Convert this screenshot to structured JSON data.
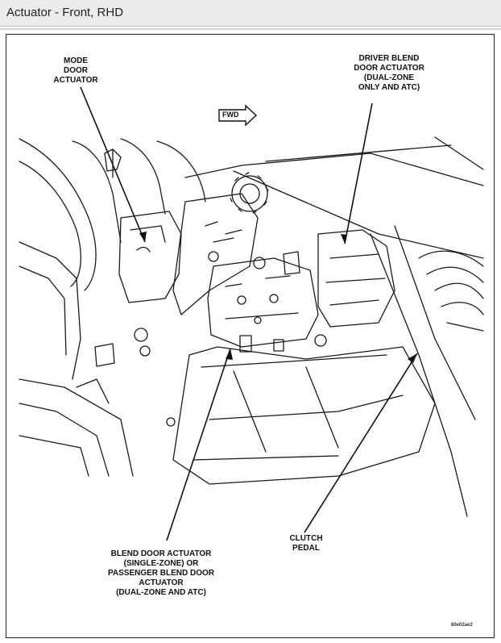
{
  "window": {
    "title": "Actuator - Front, RHD"
  },
  "labels": {
    "mode_door": [
      "MODE",
      "DOOR",
      "ACTUATOR"
    ],
    "driver_blend": [
      "DRIVER BLEND",
      "DOOR ACTUATOR",
      "(DUAL-ZONE",
      "ONLY AND ATC)"
    ],
    "fwd": "FWD",
    "clutch": [
      "CLUTCH",
      "PEDAL"
    ],
    "blend_door": [
      "BLEND DOOR ACTUATOR",
      "(SINGLE-ZONE) OR",
      "PASSENGER BLEND DOOR",
      "ACTUATOR",
      "(DUAL-ZONE AND ATC)"
    ],
    "figure_code": "80e02ae2"
  }
}
